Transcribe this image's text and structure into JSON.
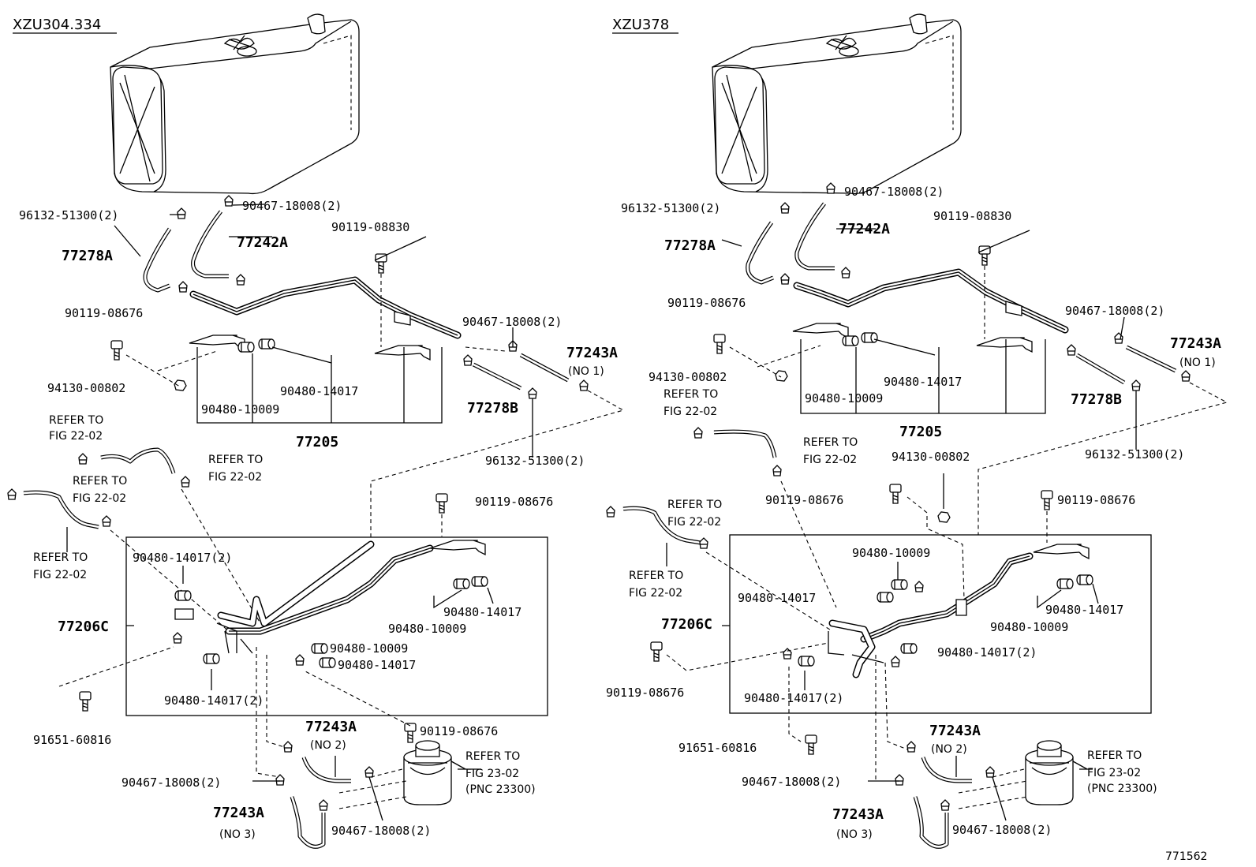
{
  "left": {
    "title": "XZU304.334",
    "labels": {
      "p96132_top": "96132-51300(2)",
      "p90467_top": "90467-18008(2)",
      "p90119_08830": "90119-08830",
      "p77278A": "77278A",
      "p77242A": "77242A",
      "p90119_08676_a": "90119-08676",
      "p90467_mid": "90467-18008(2)",
      "p77243A_no1": "77243A",
      "p77243A_no1_sub": "(NO 1)",
      "p94130": "94130-00802",
      "p90480_14017_a": "90480-14017",
      "p90480_10009_a": "90480-10009",
      "p77278B": "77278B",
      "p77205": "77205",
      "p96132_mid": "96132-51300(2)",
      "refer1_a": "REFER TO",
      "refer1_b": "FIG 22-02",
      "refer2_a": "REFER TO",
      "refer2_b": "FIG 22-02",
      "refer3_a": "REFER TO",
      "refer3_b": "FIG 22-02",
      "refer4_a": "REFER TO",
      "refer4_b": "FIG 22-02",
      "p90119_08676_b": "90119-08676",
      "p90480_14017_2a": "90480-14017(2)",
      "p77206C": "77206C",
      "p90480_14017_b": "90480-14017",
      "p90480_10009_b": "90480-10009",
      "p90480_10009_c": "90480-10009",
      "p90480_14017_c": "90480-14017",
      "p90480_14017_2b": "90480-14017(2)",
      "p91651": "91651-60816",
      "p90119_08676_c": "90119-08676",
      "p77243A_no2": "77243A",
      "p77243A_no2_sub": "(NO 2)",
      "refer5_a": "REFER TO",
      "refer5_b": "FIG 23-02",
      "refer5_c": "(PNC 23300)",
      "p90467_low": "90467-18008(2)",
      "p77243A_no3": "77243A",
      "p77243A_no3_sub": "(NO 3)",
      "p90467_bot": "90467-18008(2)"
    }
  },
  "right": {
    "title": "XZU378",
    "labels": {
      "p90467_top": "90467-18008(2)",
      "p96132_top": "96132-51300(2)",
      "p90119_08830": "90119-08830",
      "p77278A": "77278A",
      "p77242A": "77242A",
      "p90119_08676_a": "90119-08676",
      "p90467_mid": "90467-18008(2)",
      "p77243A_no1": "77243A",
      "p77243A_no1_sub": "(NO 1)",
      "p94130_a": "94130-00802",
      "refer1_a": "REFER TO",
      "refer1_b": "FIG 22-02",
      "p90480_10009_a": "90480-10009",
      "p90480_14017_a": "90480-14017",
      "p77278B": "77278B",
      "p77205": "77205",
      "p96132_mid": "96132-51300(2)",
      "refer2_a": "REFER TO",
      "refer2_b": "FIG 22-02",
      "p94130_b": "94130-00802",
      "p90119_08676_b": "90119-08676",
      "p90119_08676_c": "90119-08676",
      "refer3_a": "REFER TO",
      "refer3_b": "FIG 22-02",
      "refer4_a": "REFER TO",
      "refer4_b": "FIG 22-02",
      "p90480_10009_b": "90480-10009",
      "p90480_14017_b": "90480-14017",
      "p77206C": "77206C",
      "p90480_14017_c": "90480-14017",
      "p90480_10009_c": "90480-10009",
      "p90480_14017_2a": "90480-14017(2)",
      "p90119_08676_d": "90119-08676",
      "p90480_14017_2b": "90480-14017(2)",
      "p91651": "91651-60816",
      "p77243A_no2": "77243A",
      "p77243A_no2_sub": "(NO 2)",
      "refer5_a": "REFER TO",
      "refer5_b": "FIG 23-02",
      "refer5_c": "(PNC 23300)",
      "p90467_low": "90467-18008(2)",
      "p77243A_no3": "77243A",
      "p77243A_no3_sub": "(NO 3)",
      "p90467_bot": "90467-18008(2)"
    }
  },
  "figure_number": "771562"
}
